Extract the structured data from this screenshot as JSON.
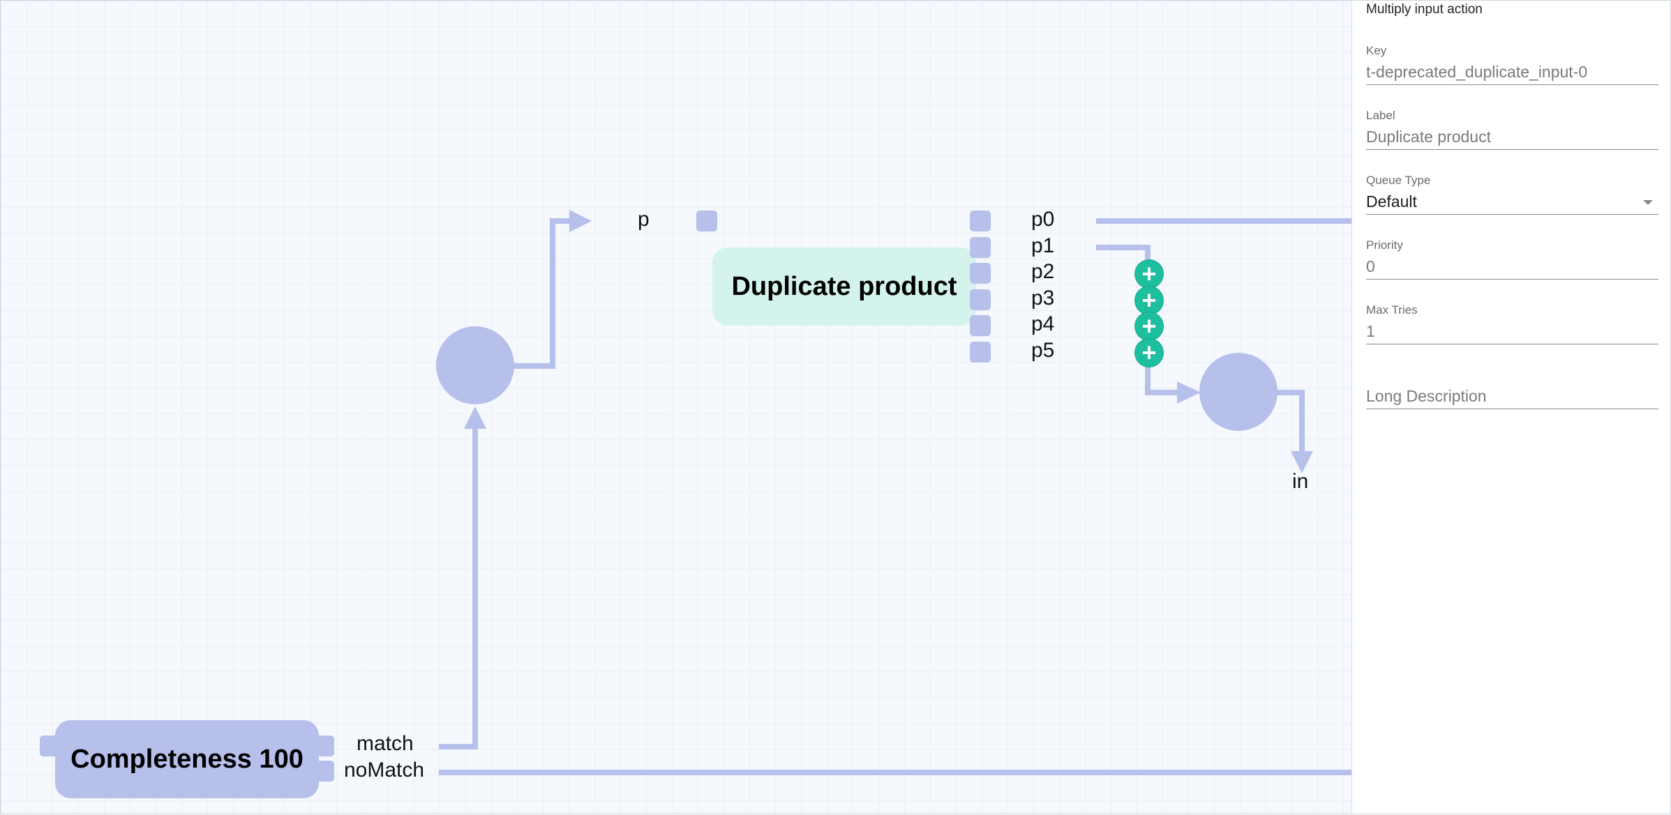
{
  "colors": {
    "edge": "#b7bfeb",
    "node_filter": "#b7bfeb",
    "node_action": "#d3f3ec",
    "add_button": "#1dbf9f",
    "grid_bg": "#f5f9fd"
  },
  "canvas": {
    "completeness_node": {
      "label": "Completeness 100",
      "outputs": [
        "match",
        "noMatch"
      ]
    },
    "duplicate_node": {
      "label": "Duplicate product",
      "input": "p",
      "outputs": [
        "p0",
        "p1",
        "p2",
        "p3",
        "p4",
        "p5"
      ],
      "add_icons": [
        "plus-icon",
        "plus-icon",
        "plus-icon",
        "plus-icon"
      ]
    },
    "target_label": "in"
  },
  "panel": {
    "title": "Multiply input action",
    "key": {
      "label": "Key",
      "value": "t-deprecated_duplicate_input-0"
    },
    "label": {
      "label": "Label",
      "value": "Duplicate product"
    },
    "queue_type": {
      "label": "Queue Type",
      "value": "Default",
      "icon": "caret-down-icon"
    },
    "priority": {
      "label": "Priority",
      "value": "0"
    },
    "max_tries": {
      "label": "Max Tries",
      "value": "1"
    },
    "long_description": {
      "placeholder": "Long Description"
    }
  }
}
